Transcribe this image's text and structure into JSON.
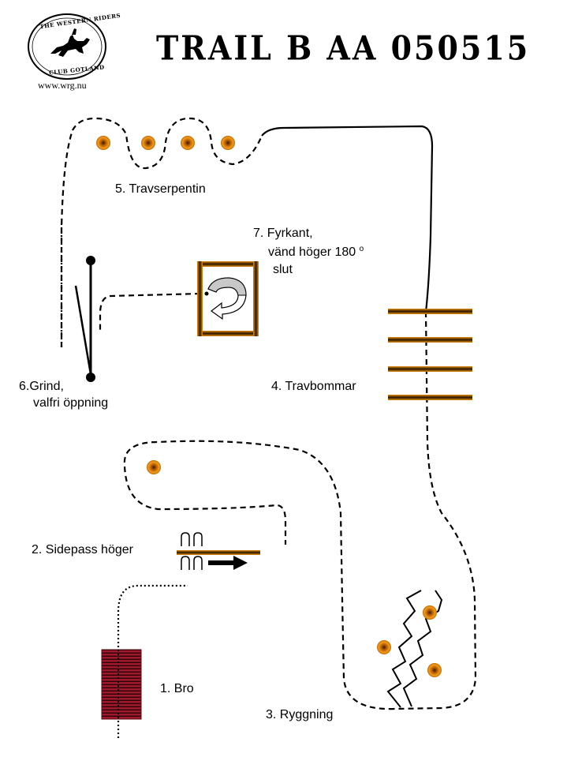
{
  "header": {
    "title": "TRAIL B AA 050515",
    "logo_text_top": "THE WESTERN RIDERS",
    "logo_text_bottom": "CLUB GOTLAND",
    "website": "www.wrg.nu"
  },
  "obstacles": {
    "bro": "1. Bro",
    "sidepass": "2. Sidepass höger",
    "ryggning": "3. Ryggning",
    "travbommar": "4. Travbommar",
    "travserpentin": "5. Travserpentin",
    "grind_line1": "6.Grind,",
    "grind_line2": "valfri öppning",
    "fyrkant_line1": "7. Fyrkant,",
    "fyrkant_line2": "vänd höger 180",
    "fyrkant_degree": "o",
    "fyrkant_line3": "slut"
  },
  "colors": {
    "orange": "#e8900c",
    "bridge": "#a0182c",
    "line": "#000000"
  }
}
